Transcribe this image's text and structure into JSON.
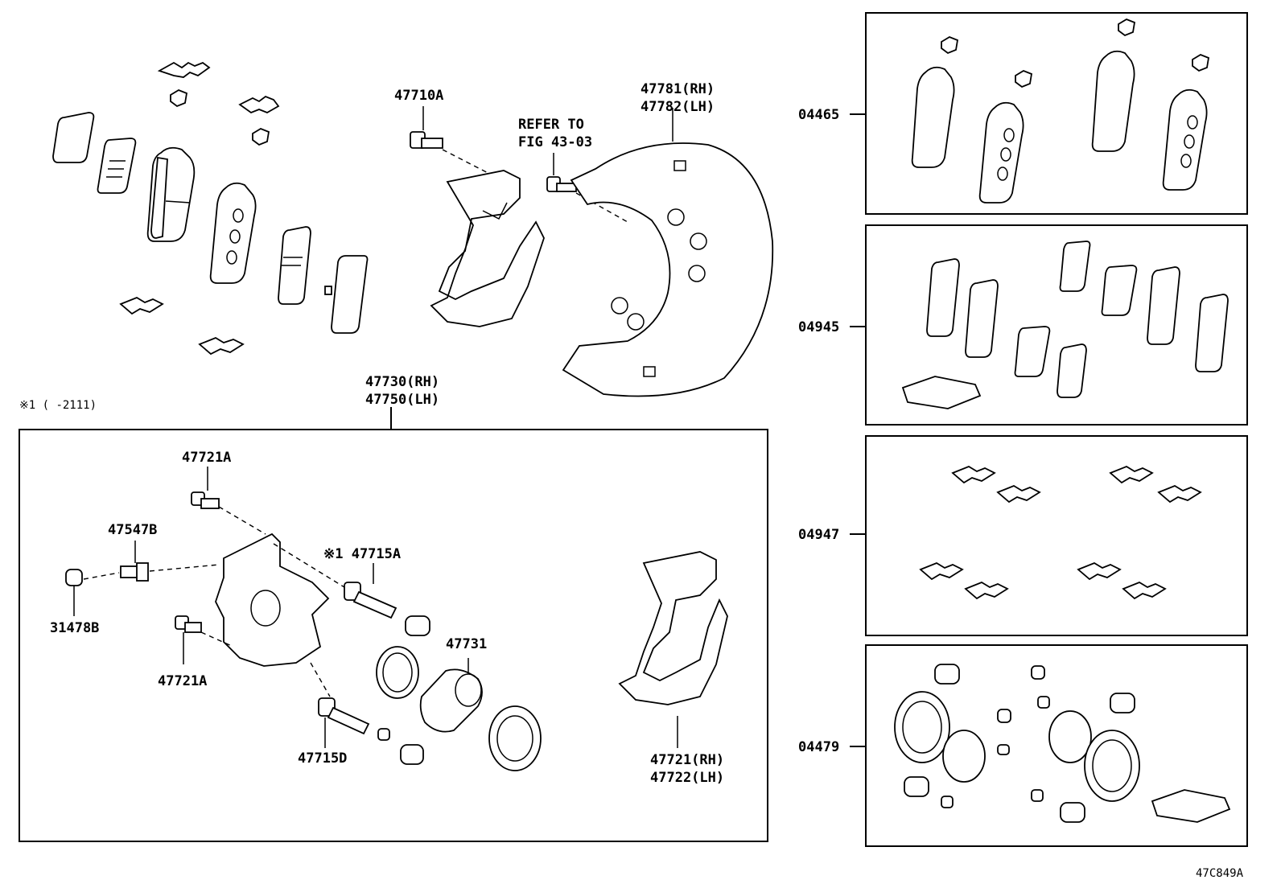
{
  "labels": {
    "l47710a": "47710A",
    "refer1": "REFER TO",
    "refer2": "FIG 43-03",
    "l47781": "47781(RH)",
    "l47782": "47782(LH)",
    "l47730": "47730(RH)",
    "l47750": "47750(LH)",
    "note": "※1 (    -2111)",
    "l47721a_top": "47721A",
    "l47547b": "47547B",
    "l47715a": "※1 47715A",
    "l31478b": "31478B",
    "l47731": "47731",
    "l47721a_bot": "47721A",
    "l47715d": "47715D",
    "l47721": "47721(RH)",
    "l47722": "47722(LH)",
    "k04465": "04465",
    "k04945": "04945",
    "k04947": "04947",
    "k04479": "04479",
    "figure_id": "47C849A"
  },
  "colors": {
    "line": "#000000",
    "background": "#ffffff"
  }
}
